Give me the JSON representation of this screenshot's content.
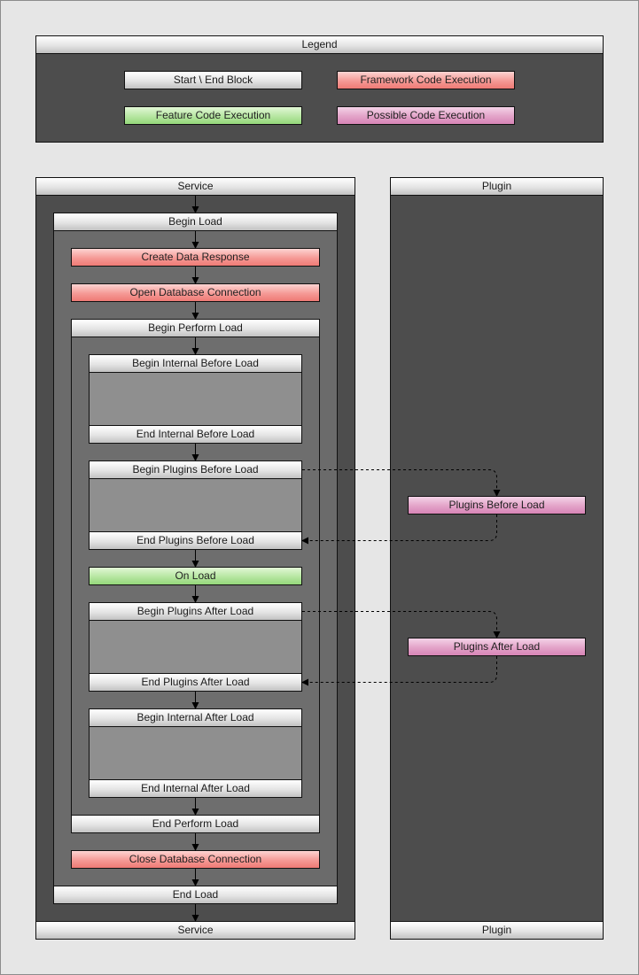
{
  "legend": {
    "title": "Legend",
    "items": {
      "start_end": "Start \\ End Block",
      "framework": "Framework Code Execution",
      "feature": "Feature Code Execution",
      "possible": "Possible Code Execution"
    }
  },
  "service": {
    "top": "Service",
    "bottom": "Service",
    "begin_load": "Begin Load",
    "create_data_response": "Create Data Response",
    "open_db": "Open Database Connection",
    "begin_perform_load": "Begin Perform Load",
    "begin_internal_before": "Begin Internal Before Load",
    "end_internal_before": "End Internal Before Load",
    "begin_plugins_before": "Begin Plugins Before Load",
    "end_plugins_before": "End Plugins Before Load",
    "on_load": "On Load",
    "begin_plugins_after": "Begin Plugins After Load",
    "end_plugins_after": "End Plugins After Load",
    "begin_internal_after": "Begin Internal After Load",
    "end_internal_after": "End Internal After Load",
    "end_perform_load": "End Perform Load",
    "close_db": "Close Database Connection",
    "end_load": "End Load"
  },
  "plugin": {
    "top": "Plugin",
    "bottom": "Plugin",
    "plugins_before": "Plugins Before Load",
    "plugins_after": "Plugins After Load"
  },
  "colors": {
    "framework": "#f08580",
    "feature": "#a8e090",
    "possible": "#dd95c0",
    "start_end": "#e0e0e0",
    "container_dark": "#4d4d4d",
    "container_mid": "#6b6b6b",
    "container_light": "#8f8f8f"
  }
}
